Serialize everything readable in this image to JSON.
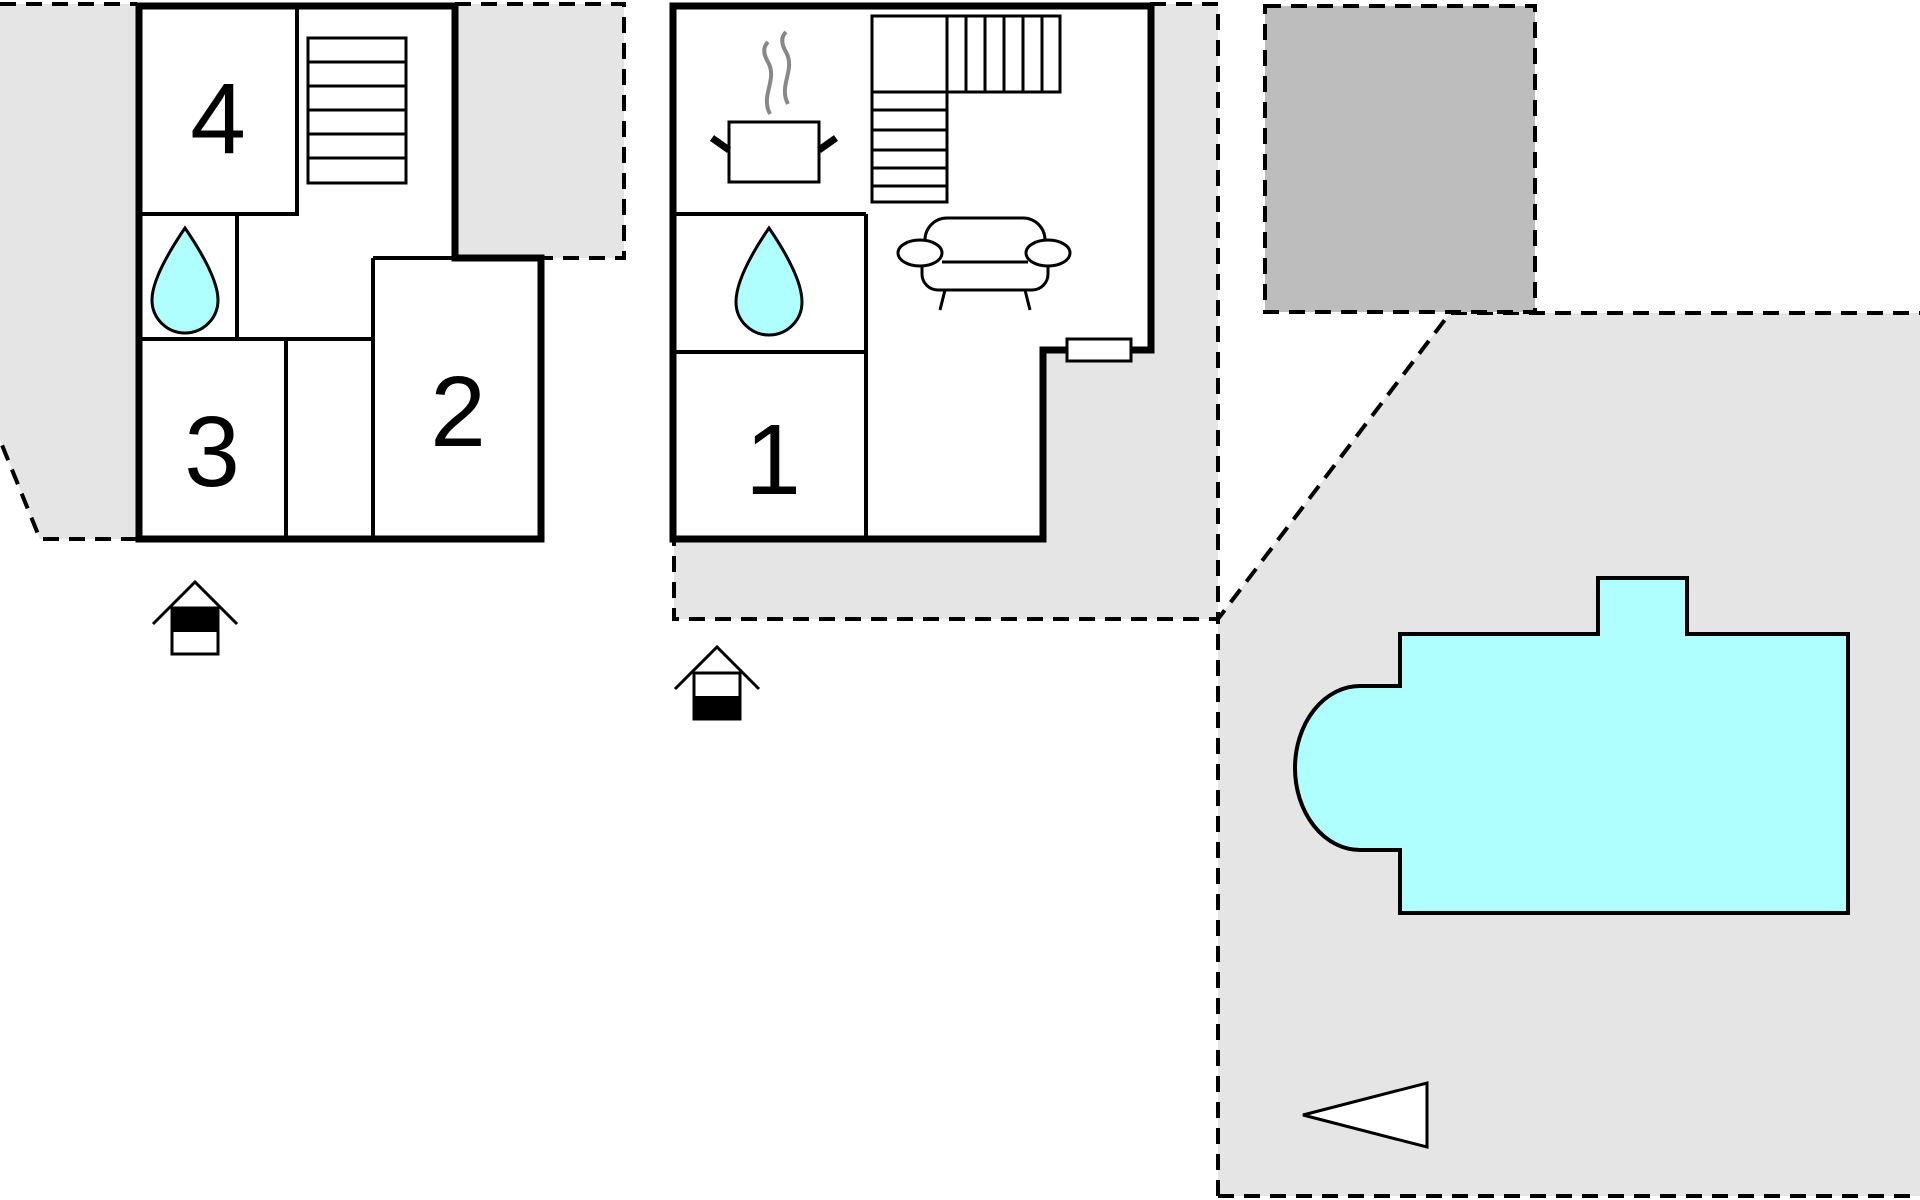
{
  "floorplan": {
    "rooms": [
      {
        "id": "room-1",
        "label": "1"
      },
      {
        "id": "room-2",
        "label": "2"
      },
      {
        "id": "room-3",
        "label": "3"
      },
      {
        "id": "room-4",
        "label": "4"
      }
    ],
    "icons": [
      "entrance-icon",
      "bathroom-water-drop-icon",
      "kitchen-pot-icon",
      "sofa-icon",
      "staircase-icon",
      "fireplace-icon",
      "north-arrow-icon"
    ],
    "colors": {
      "terrace": "#e5e5e5",
      "pool": "#b0ffff",
      "water_drop": "#b0ffff",
      "shed": "#bdbdbd",
      "wall": "#000000",
      "steam": "#888888"
    }
  }
}
